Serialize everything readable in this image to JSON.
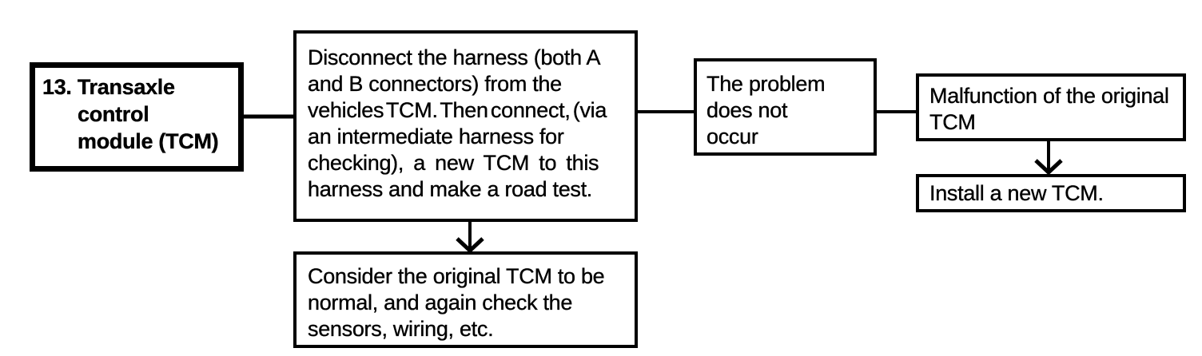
{
  "diagram": {
    "colors": {
      "ink": "#000000",
      "background": "#ffffff"
    },
    "nodes": {
      "tcm": {
        "lines": [
          "13. Transaxle",
          "control",
          "module (TCM)"
        ]
      },
      "disconnect": {
        "lines": [
          "Disconnect the harness (both A",
          "and B connectors) from the",
          "vehicles TCM. Then connect, (via",
          "an intermediate harness for",
          "checking), a new TCM to this",
          "harness and make a road test."
        ]
      },
      "problem": {
        "lines": [
          "The problem",
          "does not",
          "occur"
        ]
      },
      "malfunction": {
        "lines": [
          "Malfunction of the original",
          "TCM"
        ]
      },
      "install": {
        "lines": [
          "Install a new TCM."
        ]
      },
      "consider": {
        "lines": [
          "Consider the original TCM to be",
          "normal, and again check the",
          "sensors, wiring, etc."
        ]
      }
    },
    "connections": [
      {
        "from": "tcm",
        "to": "disconnect",
        "type": "line"
      },
      {
        "from": "disconnect",
        "to": "problem",
        "type": "line"
      },
      {
        "from": "problem",
        "to": "malfunction",
        "type": "line"
      },
      {
        "from": "malfunction",
        "to": "install",
        "type": "arrow-down"
      },
      {
        "from": "disconnect",
        "to": "consider",
        "type": "arrow-down"
      }
    ]
  }
}
